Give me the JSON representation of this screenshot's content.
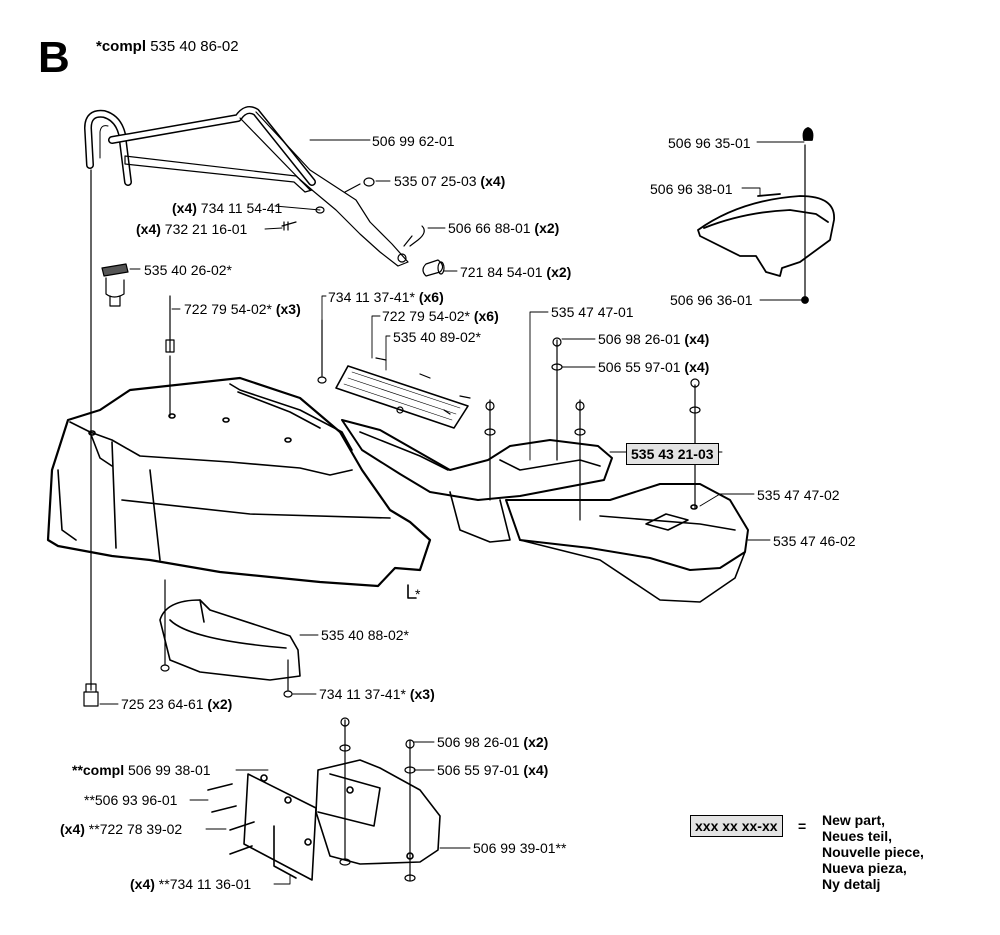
{
  "section_letter": "B",
  "compl": {
    "prefix": "*compl",
    "number": "535 40 86-02"
  },
  "highlight_part": "535 43 21-03",
  "legend": {
    "box": "xxx xx xx-xx",
    "equals": "=",
    "lines": [
      "New part,",
      "Neues teil,",
      "Nouvelle piece,",
      "Nueva pieza,",
      "Ny detalj"
    ]
  },
  "labels": [
    {
      "id": "p1",
      "text": "506 99 62-01"
    },
    {
      "id": "p2",
      "text": "535 07 25-03",
      "suffix": "(x4)"
    },
    {
      "id": "p3",
      "prefix": "(x4)",
      "text": "734 11 54-41"
    },
    {
      "id": "p4",
      "prefix": "(x4)",
      "text": "732 21 16-01"
    },
    {
      "id": "p5",
      "text": "506 66 88-01",
      "suffix": "(x2)"
    },
    {
      "id": "p6",
      "text": "721 84 54-01",
      "suffix": "(x2)"
    },
    {
      "id": "p7",
      "text": "535 40 26-02*"
    },
    {
      "id": "p8",
      "text": "722 79 54-02*",
      "suffix": "(x3)"
    },
    {
      "id": "p9",
      "text": "734 11 37-41*",
      "suffix": "(x6)"
    },
    {
      "id": "p10",
      "text": "722 79 54-02*",
      "suffix": "(x6)"
    },
    {
      "id": "p11",
      "text": "535 40 89-02*"
    },
    {
      "id": "p12",
      "text": "535 47 47-01"
    },
    {
      "id": "p13",
      "text": "506 98 26-01",
      "suffix": "(x4)"
    },
    {
      "id": "p14",
      "text": "506 55 97-01",
      "suffix": "(x4)"
    },
    {
      "id": "p15",
      "text": "506 96 35-01"
    },
    {
      "id": "p16",
      "text": "506 96 38-01"
    },
    {
      "id": "p17",
      "text": "506 96 36-01"
    },
    {
      "id": "p18",
      "text": "535 47 47-02"
    },
    {
      "id": "p19",
      "text": "535 47 46-02"
    },
    {
      "id": "p20",
      "text": "*"
    },
    {
      "id": "p21",
      "text": "535 40 88-02*"
    },
    {
      "id": "p22",
      "text": "734 11 37-41*",
      "suffix": "(x3)"
    },
    {
      "id": "p23",
      "text": "725 23 64-61",
      "suffix": "(x2)"
    },
    {
      "id": "p24",
      "text": "506 98 26-01",
      "suffix": "(x2)"
    },
    {
      "id": "p25",
      "text": "506 55 97-01",
      "suffix": "(x4)"
    },
    {
      "id": "p26",
      "prefix": "**compl",
      "text": "506 99 38-01"
    },
    {
      "id": "p27",
      "text": "**506 93 96-01"
    },
    {
      "id": "p28",
      "prefix": "(x4)",
      "text": "**722 78 39-02"
    },
    {
      "id": "p29",
      "text": "506 99 39-01**"
    },
    {
      "id": "p30",
      "prefix": "(x4)",
      "text": "**734 11 36-01"
    }
  ]
}
